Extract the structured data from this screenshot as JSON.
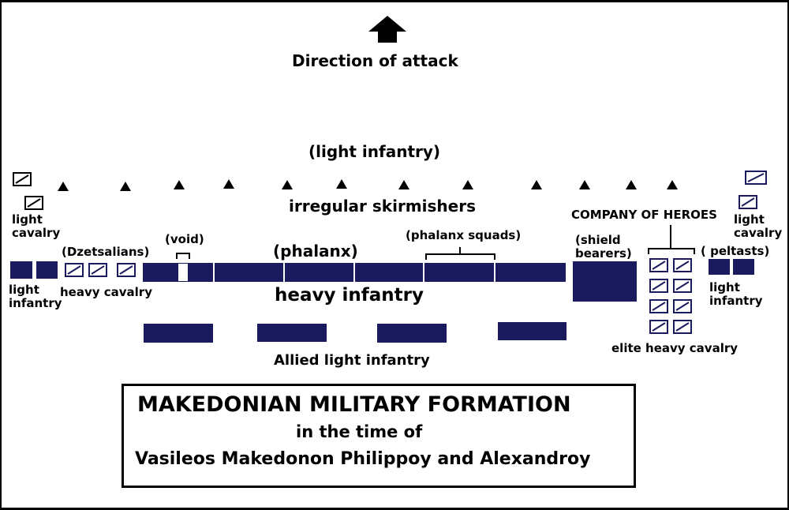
{
  "diagram": {
    "direction_label": "Direction of attack",
    "light_infantry_header": "(light infantry)",
    "skirmishers_label": "irregular skirmishers",
    "left_light_cavalry": "light\ncavalry",
    "right_light_cavalry": "light\ncavalry",
    "void_label": "(void)",
    "dzetsalians_label": "(Dzetsalians)",
    "phalanx_label": "(phalanx)",
    "phalanx_squads_label": "(phalanx squads)",
    "shield_bearers_label": "(shield\nbearers)",
    "company_label": "COMPANY OF HEROES",
    "peltasts_label": "( peltasts)",
    "left_light_infantry": "light\ninfantry",
    "heavy_cavalry_label": "heavy cavalry",
    "heavy_infantry_label": "heavy infantry",
    "right_light_infantry": "light\ninfantry",
    "allied_label": "Allied light infantry",
    "elite_cavalry_label": "elite heavy cavalry"
  },
  "title_box": {
    "line1": "MAKEDONIAN MILITARY FORMATION",
    "line2": "in the time of",
    "line3": "Vasileos Makedonon Philippoy and Alexandroy"
  },
  "colors": {
    "unit_fill": "#1a1a5e",
    "text": "#000000",
    "background": "#ffffff"
  },
  "icons": {
    "attack_arrow": "up-arrow-icon",
    "skirmisher": "triangle-icon",
    "cavalry": "cavalry-square-icon"
  }
}
